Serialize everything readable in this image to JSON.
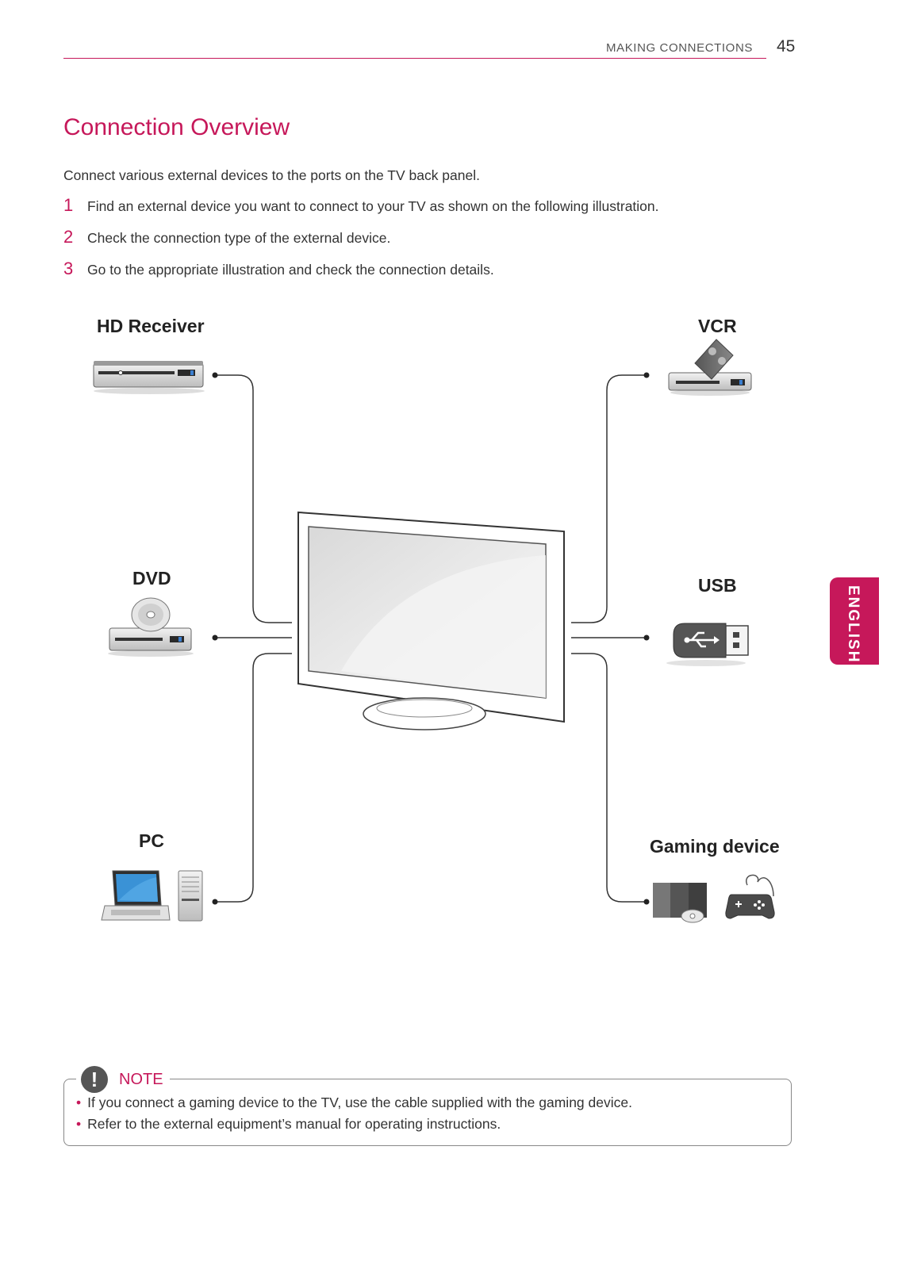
{
  "header": {
    "section": "MAKING CONNECTIONS",
    "page": "45"
  },
  "title": "Connection Overview",
  "intro": "Connect various external devices to the ports on the TV back panel.",
  "steps": [
    {
      "num": "1",
      "text": "Find an external device you want to connect to your TV as shown on the following illustration."
    },
    {
      "num": "2",
      "text": "Check the connection type of the external device."
    },
    {
      "num": "3",
      "text": "Go to the appropriate illustration and check the connection details."
    }
  ],
  "devices": {
    "hd_receiver": "HD Receiver",
    "vcr": "VCR",
    "dvd": "DVD",
    "usb": "USB",
    "pc": "PC",
    "gaming": "Gaming device"
  },
  "side_tab": "ENGLISH",
  "note": {
    "title": "NOTE",
    "icon": "!",
    "items": [
      "If you connect a gaming device to the TV, use the cable supplied with the gaming device.",
      "Refer to the external equipment’s manual for operating instructions."
    ]
  },
  "colors": {
    "accent": "#c6185a",
    "usb_blue": "#1d6fb8",
    "screen": "#e8e8e8"
  },
  "icons": [
    "tv-icon",
    "hd-receiver-icon",
    "vcr-icon",
    "dvd-player-icon",
    "usb-drive-icon",
    "laptop-icon",
    "desktop-tower-icon",
    "game-console-icon",
    "gamepad-icon",
    "warning-icon"
  ]
}
